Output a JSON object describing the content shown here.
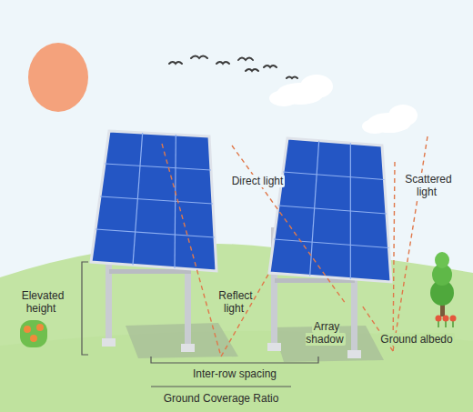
{
  "diagram": {
    "labels": [
      "Direct light",
      "Scattered light",
      "Elevated height",
      "Reflect light",
      "Array shadow",
      "Ground albedo",
      "Inter-row spacing",
      "Ground Coverage Ratio"
    ]
  }
}
